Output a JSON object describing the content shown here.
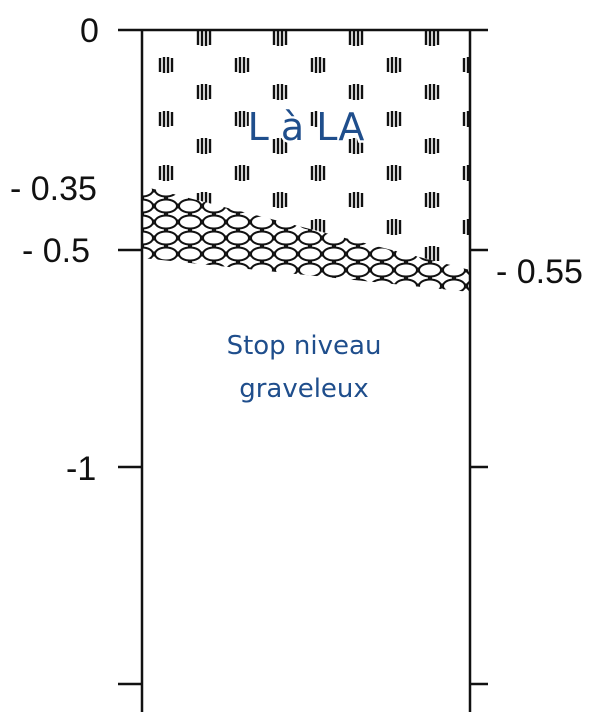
{
  "log": {
    "left_depth_labels": [
      "0",
      "- 0.35",
      "- 0.5",
      "-1"
    ],
    "right_depth_labels": [
      "- 0.55"
    ],
    "layers": [
      {
        "label": "L à LA",
        "pattern": "silty-loam-dashes",
        "color": "#1f4e8c"
      },
      {
        "label_lines": [
          "Stop niveau",
          "graveleux"
        ],
        "pattern": "none",
        "color": "#1f4e8c"
      }
    ],
    "gravel_band": {
      "pattern": "gravel-ovals",
      "top_left_depth": "- 0.35",
      "bottom_left_depth": "- 0.5",
      "bottom_right_depth": "- 0.55"
    },
    "colors": {
      "line": "#111111",
      "label": "#1f4e8c"
    }
  }
}
